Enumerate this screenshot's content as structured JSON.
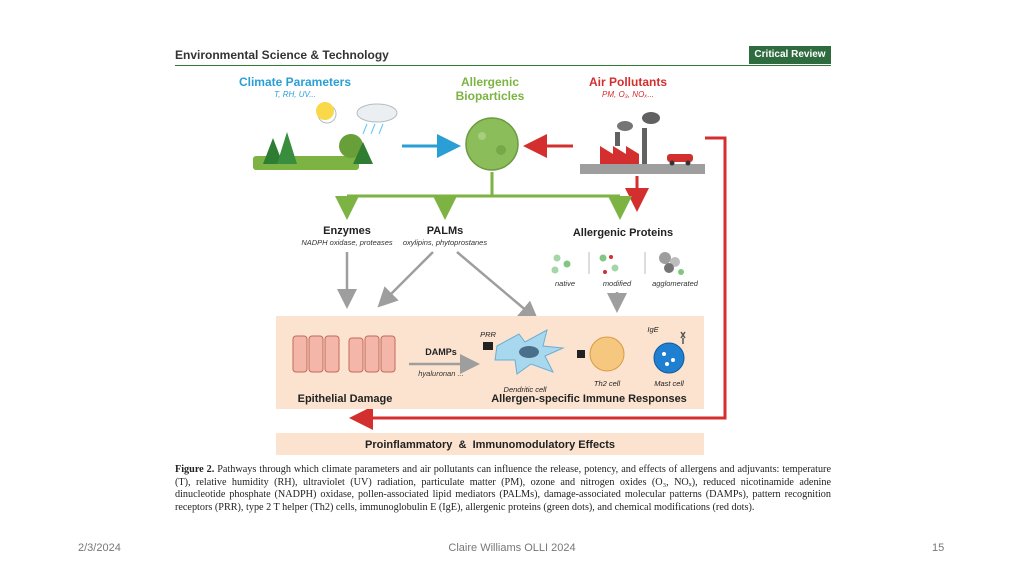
{
  "journal": {
    "name": "Environmental Science & Technology",
    "badge": "Critical Review"
  },
  "nodes": {
    "climate": {
      "title": "Climate Parameters",
      "subtitle": "T, RH, UV..."
    },
    "allergenic": {
      "title_line1": "Allergenic",
      "title_line2": "Bioparticles"
    },
    "pollutants": {
      "title": "Air Pollutants",
      "subtitle": "PM, O₃, NOₓ..."
    },
    "enzymes": {
      "title": "Enzymes",
      "subtitle": "NADPH oxidase, proteases"
    },
    "palms": {
      "title": "PALMs",
      "subtitle": "oxylipins, phytoprostanes"
    },
    "proteins": {
      "title": "Allergenic Proteins",
      "native": "native",
      "modified": "modified",
      "agglomerated": "agglomerated"
    },
    "response": {
      "prr": "PRR",
      "damps": "DAMPs",
      "hyaluronan": "hyaluronan ...",
      "dendritic": "Dendritic cell",
      "th2": "Th2 cell",
      "ige": "IgE",
      "mast": "Mast cell",
      "epithelial": "Epithelial Damage",
      "immune": "Allergen-specific Immune Responses"
    },
    "effects": {
      "title": "Proinflammatory  &  Immunomodulatory Effects"
    }
  },
  "caption": {
    "label": "Figure 2.",
    "text": "Pathways through which climate parameters and air pollutants can influence the release, potency, and effects of allergens and adjuvants: temperature (T), relative humidity (RH), ultraviolet (UV) radiation, particulate matter (PM), ozone and nitrogen oxides (O₃, NOₓ), reduced nicotinamide adenine dinucleotide phosphate (NADPH) oxidase, pollen-associated lipid mediators (PALMs), damage-associated molecular patterns (DAMPs), pattern recognition receptors (PRR), type 2 T helper (Th2) cells, immunoglobulin E (IgE), allergenic proteins (green dots), and chemical modifications (red dots)."
  },
  "footer": {
    "date": "2/3/2024",
    "center": "Claire Williams OLLI 2024",
    "page": "15"
  },
  "colors": {
    "climate": "#2a9fd6",
    "allergen": "#7cb342",
    "pollutant": "#d32f2f",
    "arrow_gray": "#9e9e9e",
    "panel": "#fbe3cf"
  }
}
